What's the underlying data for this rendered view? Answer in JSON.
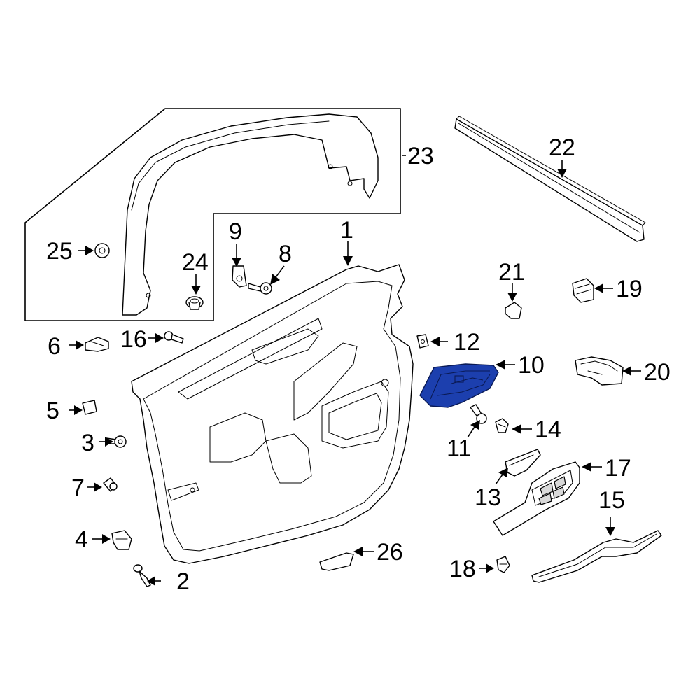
{
  "diagram": {
    "highlight_color": "#1c3fae",
    "line_color": "#000000",
    "background": "#ffffff",
    "callouts": {
      "c1": "1",
      "c2": "2",
      "c3": "3",
      "c4": "4",
      "c5": "5",
      "c6": "6",
      "c7": "7",
      "c8": "8",
      "c9": "9",
      "c10": "10",
      "c11": "11",
      "c12": "12",
      "c13": "13",
      "c14": "14",
      "c15": "15",
      "c16": "16",
      "c17": "17",
      "c18": "18",
      "c19": "19",
      "c20": "20",
      "c21": "21",
      "c22": "22",
      "c23": "23",
      "c24": "24",
      "c25": "25",
      "c26": "26"
    },
    "highlighted_part": "10"
  }
}
